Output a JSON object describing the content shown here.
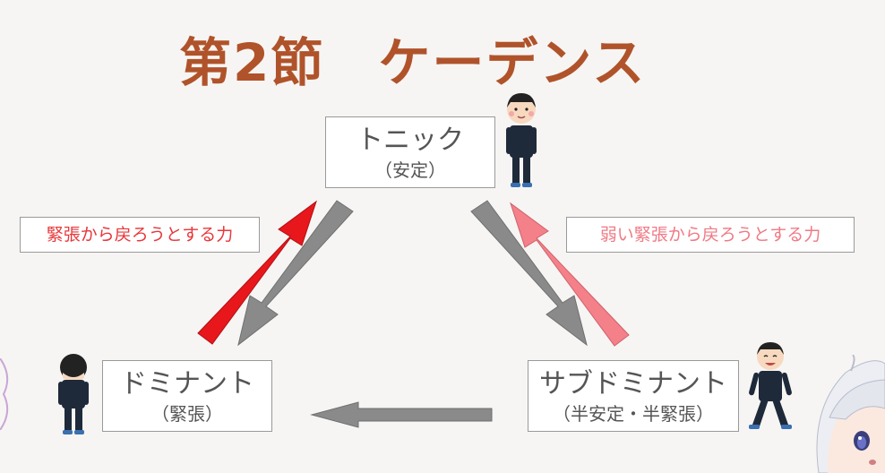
{
  "title": "第2節　ケーデンス",
  "nodes": {
    "tonic": {
      "main": "トニック",
      "sub": "（安定）"
    },
    "dominant": {
      "main": "ドミナント",
      "sub": "（緊張）"
    },
    "subdominant": {
      "main": "サブドミナント",
      "sub": "（半安定・半緊張）"
    }
  },
  "labels": {
    "left": "緊張から戻ろうとする力",
    "right": "弱い緊張から戻ろうとする力"
  },
  "colors": {
    "title": "#b0532a",
    "strong_arrow": "#e8171c",
    "weak_arrow": "#f4808a",
    "gray_arrow": "#8a8a8a"
  },
  "icons": {
    "person_top": "student-standing-icon",
    "person_left": "student-bowing-icon",
    "person_right": "student-walking-icon",
    "character": "anime-girl-icon"
  }
}
